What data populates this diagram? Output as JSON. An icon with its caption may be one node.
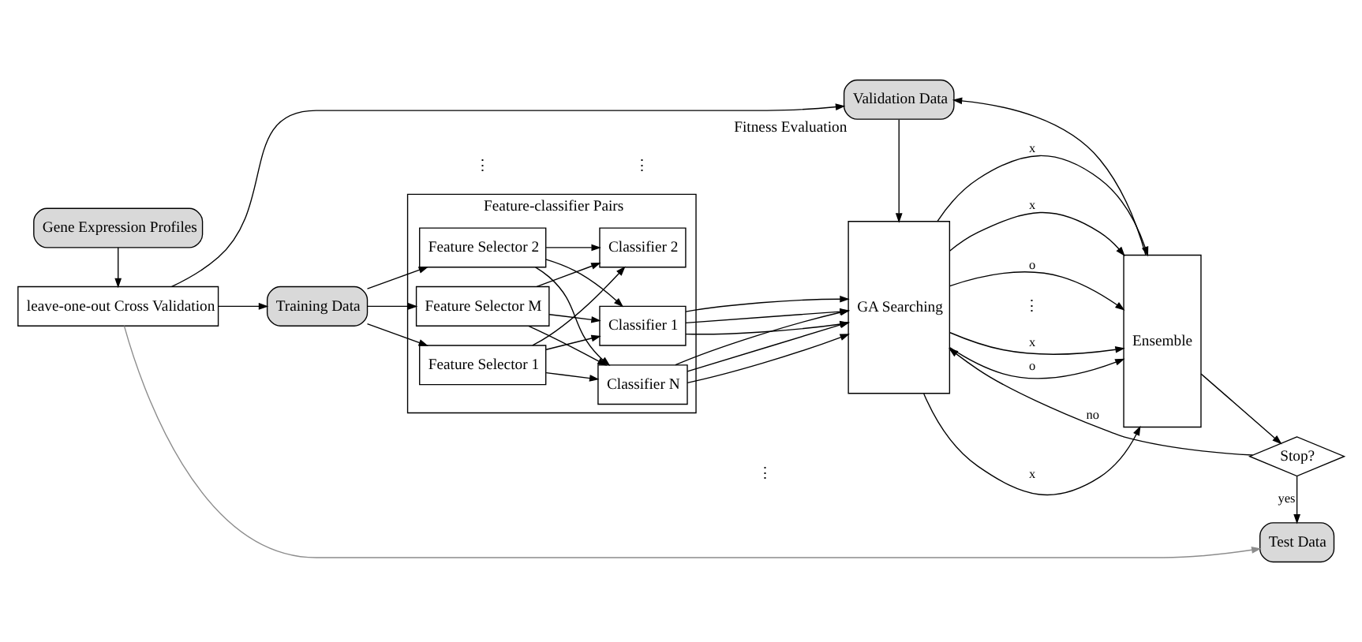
{
  "diagram": {
    "nodes": [
      {
        "text": [
          "Gene Expression Profiles"
        ]
      },
      {
        "text": [
          "Training Data"
        ]
      },
      {
        "text": [
          "Feature-classifier Pairs"
        ]
      },
      {
        "text": [
          "Feature Selector 1"
        ],
        "in": 2
      },
      {
        "text": [
          "Feature Selector 2"
        ],
        "in": 2
      },
      {
        "text": [
          "Feature Selector M"
        ],
        "in": 2
      },
      {
        "text": [
          "Classifier 1"
        ],
        "in": 2
      },
      {
        "text": [
          "Classifier 2"
        ],
        "in": 2
      },
      {
        "text": [
          "Classifier N"
        ],
        "in": 2
      },
      {
        "text": [
          "GA Searching"
        ]
      },
      {
        "text": [
          "Ensemble"
        ]
      },
      {
        "text": [
          "Stop?"
        ]
      },
      {
        "text": [
          "Test Data"
        ]
      },
      {
        "text": [
          "leave-one-out Cross Validation"
        ]
      },
      {
        "text": [
          "Validation Data"
        ],
        "beside": [
          "Fitness Evaluation"
        ]
      }
    ],
    "edges": [
      {
        "from": 0,
        "to": 13,
        "arrow": "to"
      },
      {
        "from": 13,
        "to": 1,
        "arrow": "to"
      },
      {
        "from": 1,
        "to": 3,
        "arrow": "to"
      },
      {
        "from": 1,
        "to": 4,
        "arrow": "to"
      },
      {
        "from": 1,
        "to": 5,
        "arrow": "to"
      },
      {
        "from": 3,
        "to": 6,
        "arrow": "to"
      },
      {
        "from": 3,
        "to": 7,
        "arrow": "to"
      },
      {
        "from": 3,
        "to": 8,
        "arrow": "to"
      },
      {
        "from": 4,
        "to": 6,
        "arrow": "to"
      },
      {
        "from": 4,
        "to": 7,
        "arrow": "to"
      },
      {
        "from": 4,
        "to": 8,
        "arrow": "to"
      },
      {
        "from": 5,
        "to": 6,
        "arrow": "to"
      },
      {
        "from": 5,
        "to": 7,
        "arrow": "to"
      },
      {
        "from": 5,
        "to": 8,
        "arrow": "to"
      },
      {
        "from": 6,
        "to": 9,
        "arrow": "to"
      },
      {
        "from": 6,
        "to": 9,
        "arrow": "to"
      },
      {
        "from": 6,
        "to": 9,
        "arrow": "to"
      },
      {
        "from": 8,
        "to": 9,
        "arrow": "to"
      },
      {
        "from": 8,
        "to": 9,
        "arrow": "to"
      },
      {
        "from": 8,
        "to": 9,
        "arrow": "to"
      },
      {
        "from": 9,
        "to": 10,
        "arrow": "to",
        "label": "x"
      },
      {
        "from": 9,
        "to": 10,
        "arrow": "to",
        "label": "o"
      },
      {
        "from": 9,
        "to": 10,
        "arrow": "to",
        "label": "x"
      },
      {
        "from": 9,
        "to": 10,
        "arrow": "to",
        "label": "x"
      },
      {
        "from": 9,
        "to": 10,
        "arrow": "to",
        "label": "x"
      },
      {
        "from": 9,
        "to": 10,
        "arrow": "to",
        "label": "o"
      },
      {
        "from": 10,
        "to": 11,
        "arrow": "to"
      },
      {
        "from": 11,
        "to": 9,
        "arrow": "to",
        "label": "no"
      },
      {
        "from": 11,
        "to": 12,
        "arrow": "to",
        "label": "yes"
      },
      {
        "from": 13,
        "to": 14,
        "arrow": "to"
      },
      {
        "from": 14,
        "to": 9,
        "arrow": "to"
      },
      {
        "from": 10,
        "to": 14,
        "arrow": "to"
      },
      {
        "from": 13,
        "to": 12,
        "arrow": "to",
        "color": "#8c8c8c"
      }
    ],
    "labels": [
      "⋮",
      "⋮",
      "⋮",
      "⋮"
    ]
  }
}
